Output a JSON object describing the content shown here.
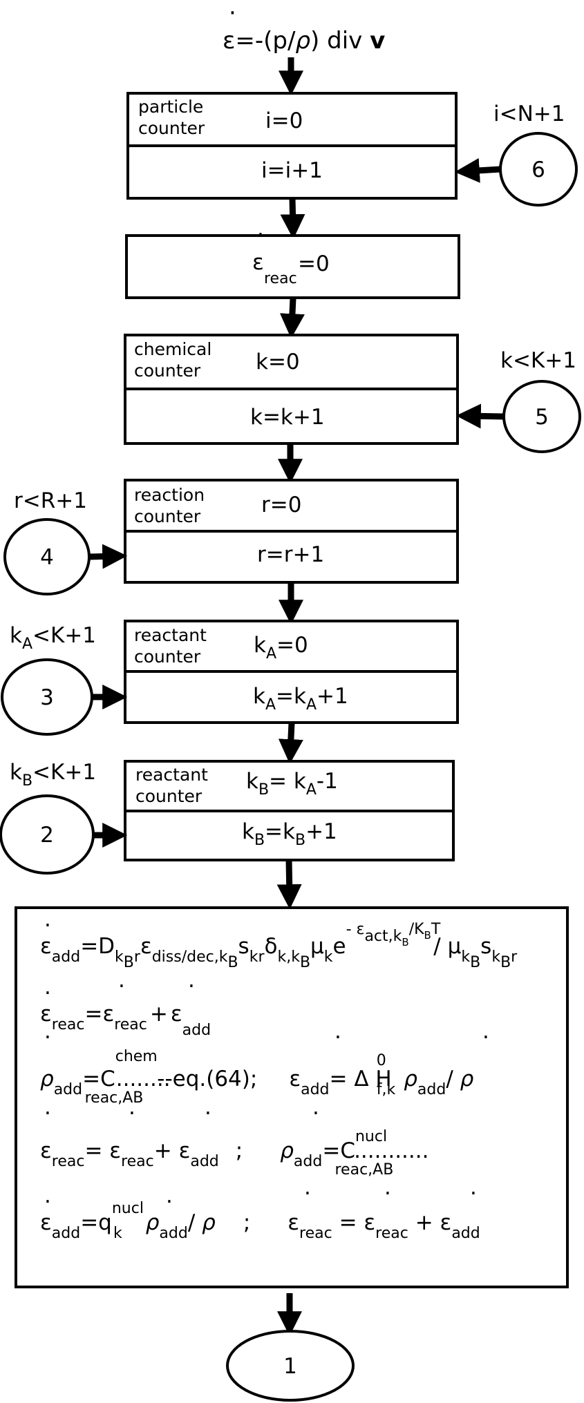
{
  "header_equation": {
    "eps": "ε",
    "dot": "·",
    "rest": "=-(p/",
    "rho": "ρ",
    "div": ") div ",
    "v": "v"
  },
  "particle": {
    "label1": "particle",
    "label2": "counter",
    "init": "i=0",
    "inc": "i=i+1",
    "cond": "i<N+1",
    "node": "6"
  },
  "reac_init": {
    "eps": "ε",
    "dot": "·",
    "sub": "reac",
    "rest": "=0"
  },
  "chemical": {
    "label1": "chemical",
    "label2": "counter",
    "init": "k=0",
    "inc": "k=k+1",
    "cond": "k<K+1",
    "node": "5"
  },
  "reaction": {
    "label1": "reaction",
    "label2": "counter",
    "init": "r=0",
    "inc": "r=r+1",
    "cond": "r<R+1",
    "node": "4"
  },
  "reactantA": {
    "label1": "reactant",
    "label2": "counter",
    "init_k": "k",
    "init_sub": "A",
    "init_rest": "=0",
    "inc_k": "k",
    "inc_sub": "A",
    "inc_mid": "=k",
    "inc_sub2": "A",
    "inc_rest": "+1",
    "cond_k": "k",
    "cond_sub": "A",
    "cond_rest": "<K+1",
    "node": "3"
  },
  "reactantB": {
    "label1": "reactant",
    "label2": "counter",
    "init_k": "k",
    "init_sub": "B",
    "init_mid": "= k",
    "init_sub2": "A",
    "init_rest": "-1",
    "inc_k": "k",
    "inc_sub": "B",
    "inc_mid": "=k",
    "inc_sub2": "B",
    "inc_rest": "+1",
    "cond_k": "k",
    "cond_sub": "B",
    "cond_rest": "<K+1",
    "node": "2"
  },
  "equations": {
    "line1": {
      "eps": "ε",
      "add": "add",
      "eqD": "=D",
      "k": "k",
      "B": "B",
      "r": "r",
      "eps2": "ε",
      "diss": "diss/dec,k",
      "B2": "B",
      "s": "s",
      "kr": "kr",
      "delta": "δ",
      "kk": "k,k",
      "B3": "B",
      "mu": "μ",
      "k2": "k",
      "e": "e",
      "exp_minus": "- ",
      "exp_eps": "ε",
      "exp_sub": "act,k",
      "exp_B": "B",
      "exp_rest": "/K",
      "exp_B2": "B",
      "exp_T": "T",
      "slash": "/ ",
      "mu2": "μ",
      "k3": "k",
      "B4": "B",
      "s2": "s",
      "k4": "k",
      "B5": "B",
      "r2": "r"
    },
    "line2": {
      "eps": "ε",
      "reac": "reac",
      "eq": "=",
      "eps2": "ε",
      "reac2": "reac",
      "plus": "+",
      "eps3": "ε",
      "add": "add"
    },
    "line3": {
      "rho": "ρ",
      "add": "add",
      "eqC": "=C",
      "chem": "chem",
      "dots": "........",
      "reacAB": "reac,AB",
      "ref": " --eq.(64);",
      "eps": "ε",
      "add2": "add",
      "eqH": "= Δ H",
      "zero": "0",
      "fk": "f,k",
      "rho2": "ρ",
      "add3": "add",
      "slash": "/ ",
      "rho3": "ρ"
    },
    "line4": {
      "eps": "ε",
      "reac": "reac",
      "eq": "= ",
      "eps2": "ε",
      "reac2": "reac",
      "plus": "+ ",
      "eps3": "ε",
      "add": "add",
      "semi": ";",
      "rho": "ρ",
      "add2": "add",
      "eqC": "=C",
      "nucl": "nucl",
      "dots": "...........",
      "reacAB": "reac,AB"
    },
    "line5": {
      "eps": "ε",
      "add": "add",
      "eqq": "=q",
      "nucl": "nucl",
      "k": "k",
      "rho": "ρ",
      "add2": "add",
      "slash": "/ ",
      "rho2": "ρ",
      "semi": ";",
      "eps2": "ε",
      "reac": "reac",
      "eq": " = ",
      "eps3": "ε",
      "reac2": "reac",
      "plus": " + ",
      "eps4": "ε",
      "add3": "add"
    },
    "dot": "·"
  },
  "end_node": "1"
}
